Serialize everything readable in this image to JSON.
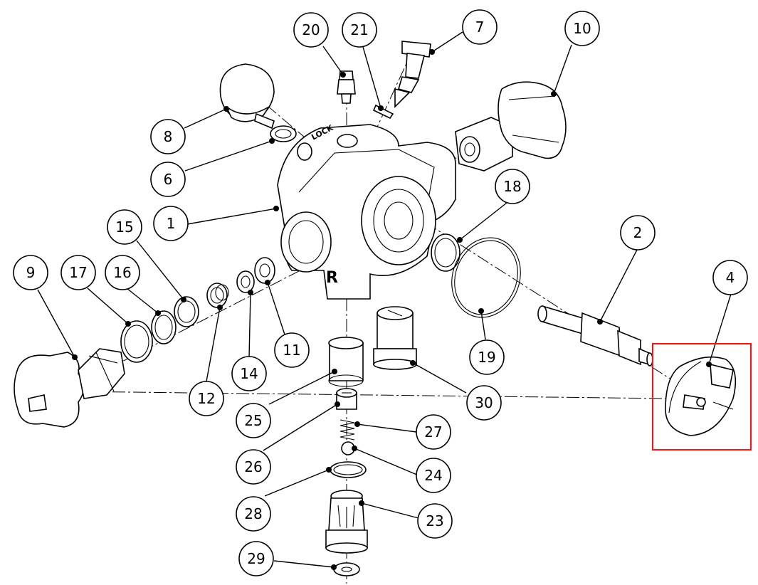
{
  "stamps": {
    "lock": "LOCK",
    "right": "R"
  },
  "highlight": {
    "color": "#e0201e",
    "target_part": "4"
  },
  "callouts": [
    {
      "id": "1",
      "label": "1"
    },
    {
      "id": "2",
      "label": "2"
    },
    {
      "id": "4",
      "label": "4"
    },
    {
      "id": "6",
      "label": "6"
    },
    {
      "id": "7",
      "label": "7"
    },
    {
      "id": "8",
      "label": "8"
    },
    {
      "id": "9",
      "label": "9"
    },
    {
      "id": "10",
      "label": "10"
    },
    {
      "id": "11",
      "label": "11"
    },
    {
      "id": "12",
      "label": "12"
    },
    {
      "id": "14",
      "label": "14"
    },
    {
      "id": "15",
      "label": "15"
    },
    {
      "id": "16",
      "label": "16"
    },
    {
      "id": "17",
      "label": "17"
    },
    {
      "id": "18",
      "label": "18"
    },
    {
      "id": "19",
      "label": "19"
    },
    {
      "id": "20",
      "label": "20"
    },
    {
      "id": "21",
      "label": "21"
    },
    {
      "id": "23",
      "label": "23"
    },
    {
      "id": "24",
      "label": "24"
    },
    {
      "id": "25",
      "label": "25"
    },
    {
      "id": "26",
      "label": "26"
    },
    {
      "id": "27",
      "label": "27"
    },
    {
      "id": "28",
      "label": "28"
    },
    {
      "id": "29",
      "label": "29"
    },
    {
      "id": "30",
      "label": "30"
    }
  ]
}
